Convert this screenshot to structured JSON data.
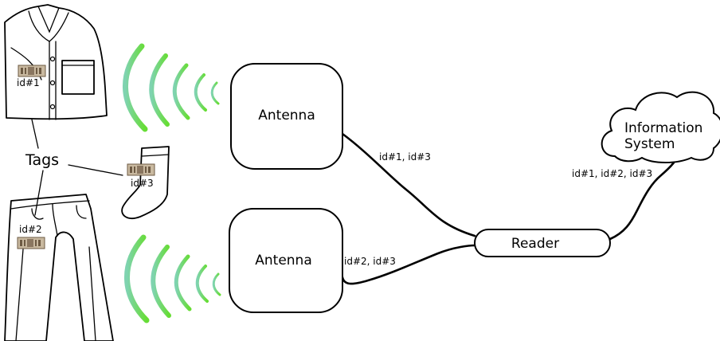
{
  "labels": {
    "tags": "Tags",
    "antenna_top": "Antenna",
    "antenna_bottom": "Antenna",
    "reader": "Reader",
    "info_line1": "Information",
    "info_line2": "System"
  },
  "tags": {
    "shirt_id": "id#1",
    "pants_id": "id#2",
    "sock_id": "id#3"
  },
  "links": {
    "antenna_top_to_reader": "id#1, id#3",
    "antenna_bottom_to_reader": "id#2, id#3",
    "reader_to_info": "id#1, id#2, id#3"
  },
  "colors": {
    "wave_green": "#66dd33",
    "wave_teal": "#7fd3b0",
    "tag_chip": "#c9b9a0",
    "tag_stripe": "#6d5a43"
  }
}
